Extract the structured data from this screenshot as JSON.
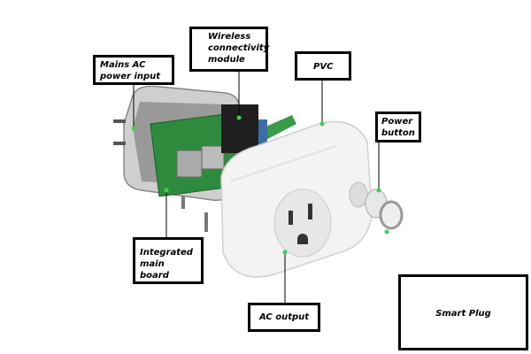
{
  "labels": {
    "mains_ac": "Mains AC\npower input",
    "wireless": "Wireless\nconnectivity\nmodule",
    "pvc": "PVC",
    "power_button": "Power\nbutton",
    "main_board": "Integrated\nmain board",
    "ac_output": "AC output",
    "title_box": "Smart Plug"
  },
  "colors": {
    "pcb": "#2e8b3e",
    "dot": "#3fcf4f",
    "shell": "#f4f4f4"
  }
}
